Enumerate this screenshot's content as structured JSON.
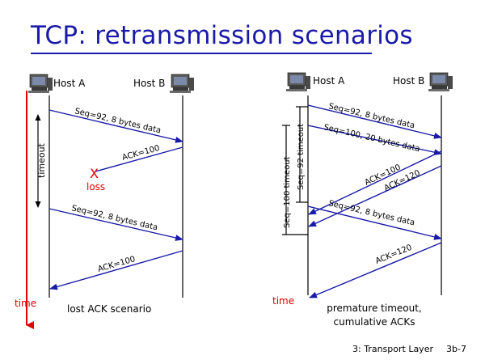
{
  "title": "TCP: retransmission scenarios",
  "footer": {
    "chapter": "3: Transport Layer",
    "slide": "3b-7"
  },
  "colors": {
    "title": "#1a1aa8",
    "arrow": "#1a1aa8",
    "time": "#e00000",
    "loss": "#e00000"
  },
  "icons": [
    "computer-icon"
  ],
  "left": {
    "host_a": "Host A",
    "host_b": "Host B",
    "timeout": "timeout",
    "seg1": "Seq=92, 8 bytes data",
    "ack1": "ACK=100",
    "loss_mark": "X",
    "loss": "loss",
    "seg2": "Seq=92, 8 bytes data",
    "ack2": "ACK=100",
    "time": "time",
    "caption": "lost ACK scenario"
  },
  "right": {
    "host_a": "Host A",
    "host_b": "Host B",
    "seq92_timeout": "Seq=92 timeout",
    "seq100_timeout": "Seq=100 timeout",
    "seg1": "Seq=92, 8 bytes data",
    "seg2": "Seq=100, 20 bytes data",
    "ack1": "ACK=100",
    "ack2": "ACK=120",
    "seg3": "Seq=92, 8 bytes data",
    "ack3": "ACK=120",
    "time": "time",
    "caption_line1": "premature timeout,",
    "caption_line2": "cumulative ACKs"
  }
}
